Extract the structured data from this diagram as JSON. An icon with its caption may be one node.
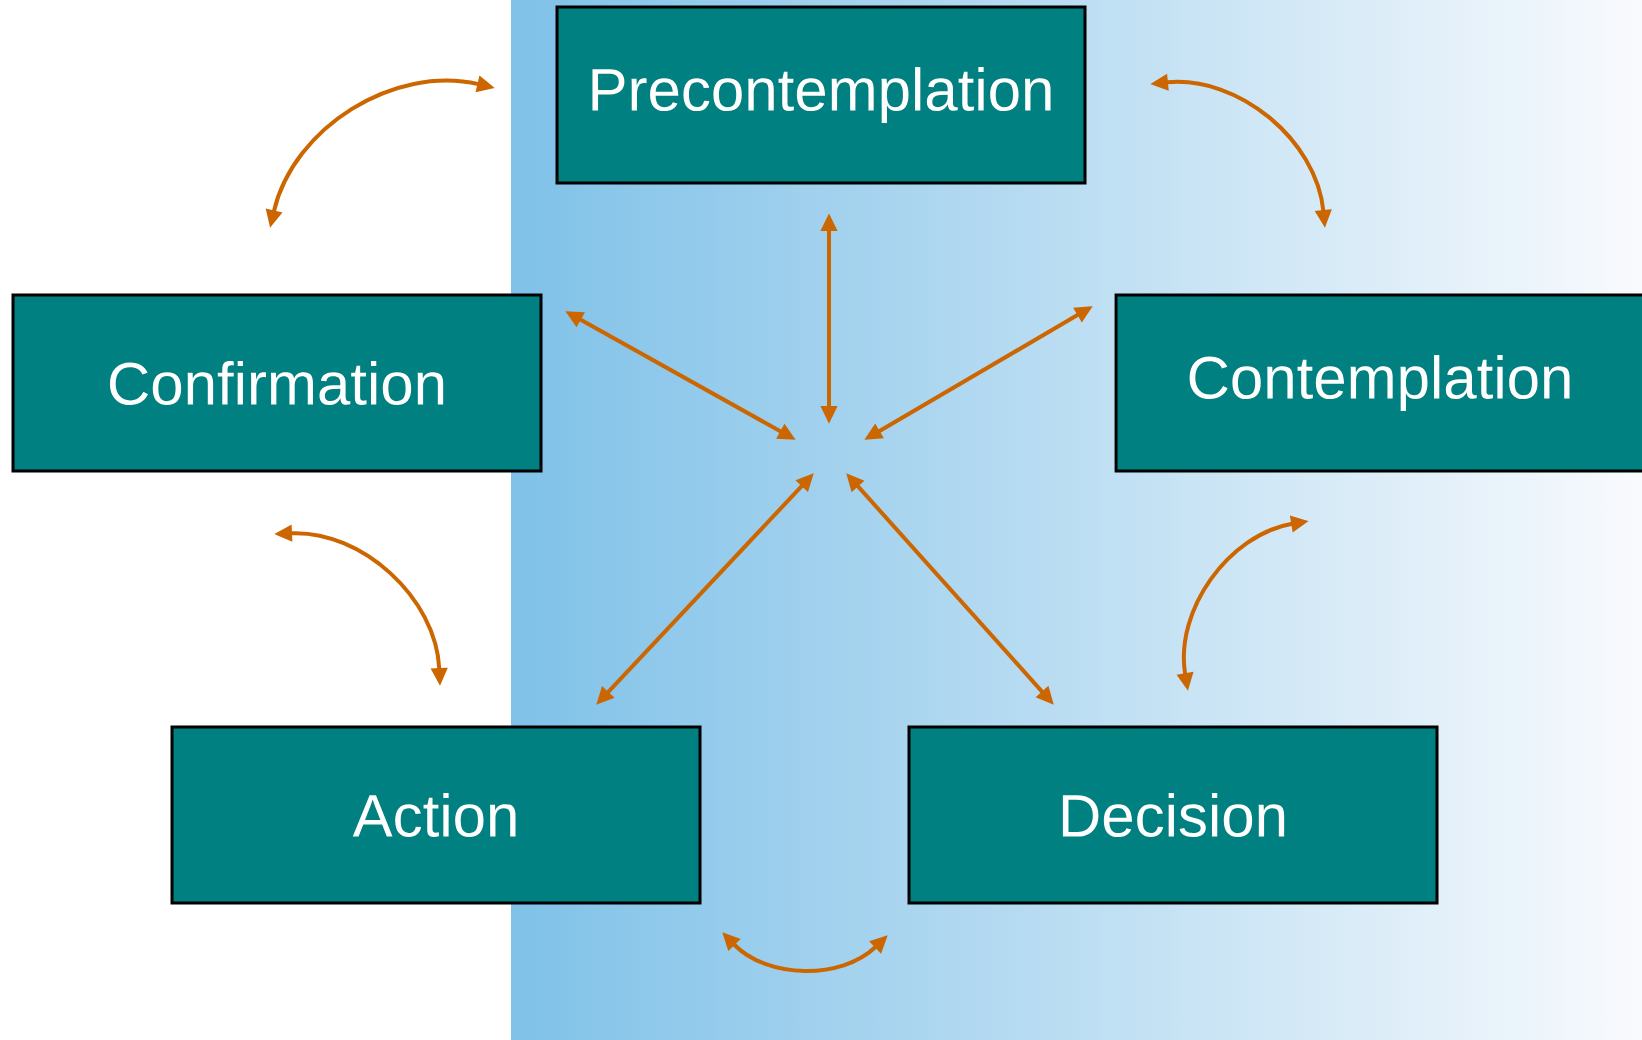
{
  "diagram": {
    "nodes": [
      {
        "text": [
          "Precontemplation"
        ]
      },
      {
        "text": [
          "Confirmation"
        ]
      },
      {
        "text": [
          "Contemplation"
        ]
      },
      {
        "text": [
          "Action"
        ]
      },
      {
        "text": [
          "Decision"
        ]
      }
    ],
    "edges": [
      {
        "from": 0,
        "to": 1,
        "arrow": "both"
      },
      {
        "from": 0,
        "to": 2,
        "arrow": "both"
      },
      {
        "from": 1,
        "to": 3,
        "arrow": "both"
      },
      {
        "from": 2,
        "to": 4,
        "arrow": "both"
      },
      {
        "from": 3,
        "to": 4,
        "arrow": "both"
      },
      {
        "from": null,
        "to": 0,
        "arrow": "both"
      },
      {
        "from": null,
        "to": 1,
        "arrow": "both"
      },
      {
        "from": null,
        "to": 2,
        "arrow": "both"
      },
      {
        "from": null,
        "to": 3,
        "arrow": "both"
      },
      {
        "from": null,
        "to": 4,
        "arrow": "both"
      }
    ]
  }
}
